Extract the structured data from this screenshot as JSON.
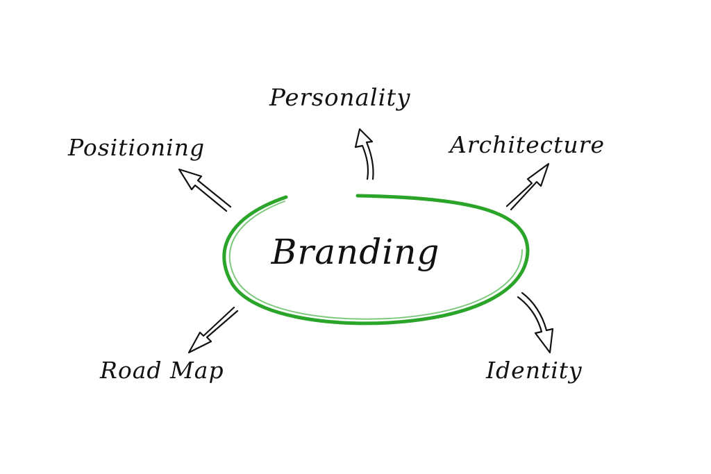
{
  "diagram": {
    "center": {
      "label": "Branding"
    },
    "nodes": [
      {
        "label": "Personality"
      },
      {
        "label": "Positioning"
      },
      {
        "label": "Architecture"
      },
      {
        "label": "Road Map"
      },
      {
        "label": "Identity"
      }
    ]
  },
  "colors": {
    "ellipse": "#2aa52a",
    "ink": "#111111",
    "background": "#ffffff"
  }
}
